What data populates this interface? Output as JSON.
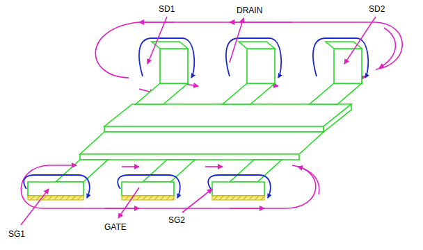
{
  "diagram": {
    "labels": [
      "SD1",
      "DRAIN",
      "SD2",
      "SG1",
      "GATE",
      "SG2"
    ]
  }
}
